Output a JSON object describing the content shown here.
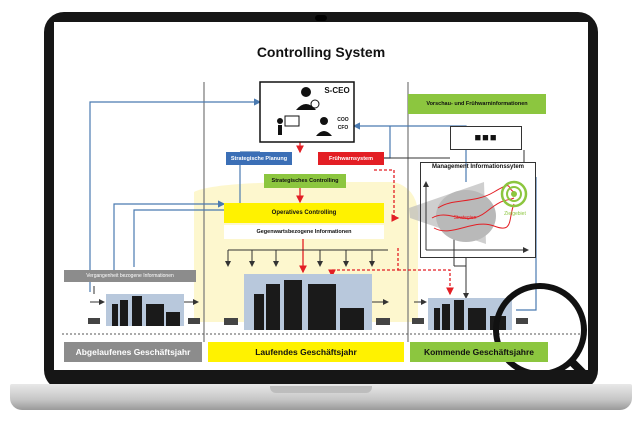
{
  "title": "Controlling System",
  "sceo": "S-CEO",
  "coo": "COO",
  "cfo": "CFO",
  "strategische_planung": "Strategische Planung",
  "fruehwarnsystem": "Frühwarnsystem",
  "strategisches_controlling": "Strategisches Controlling",
  "operatives_controlling": "Operatives Controlling",
  "gegenwart_info": "Gegenwartsbezogene Informationen",
  "vergangenheit_info": "Vergangenheit bezogene Informationen",
  "vorschau_info": "Vorschau- und Frühwarninformationen",
  "dots": "■■■",
  "mis": "Management Informationssytem",
  "strategien": "Strategien",
  "zielgebiet": "Zielgebiet",
  "year_past": "Abgelaufenes Geschäftsjahr",
  "year_current": "Laufendes Geschäftsjahr",
  "year_next": "Kommende Geschäftsjahre",
  "colors": {
    "green": "#8cc63f",
    "yellow": "#fff200",
    "gray": "#8c8c8c",
    "blue": "#3b6fb6",
    "red": "#e31e24",
    "steel": "#4a7ab0"
  }
}
